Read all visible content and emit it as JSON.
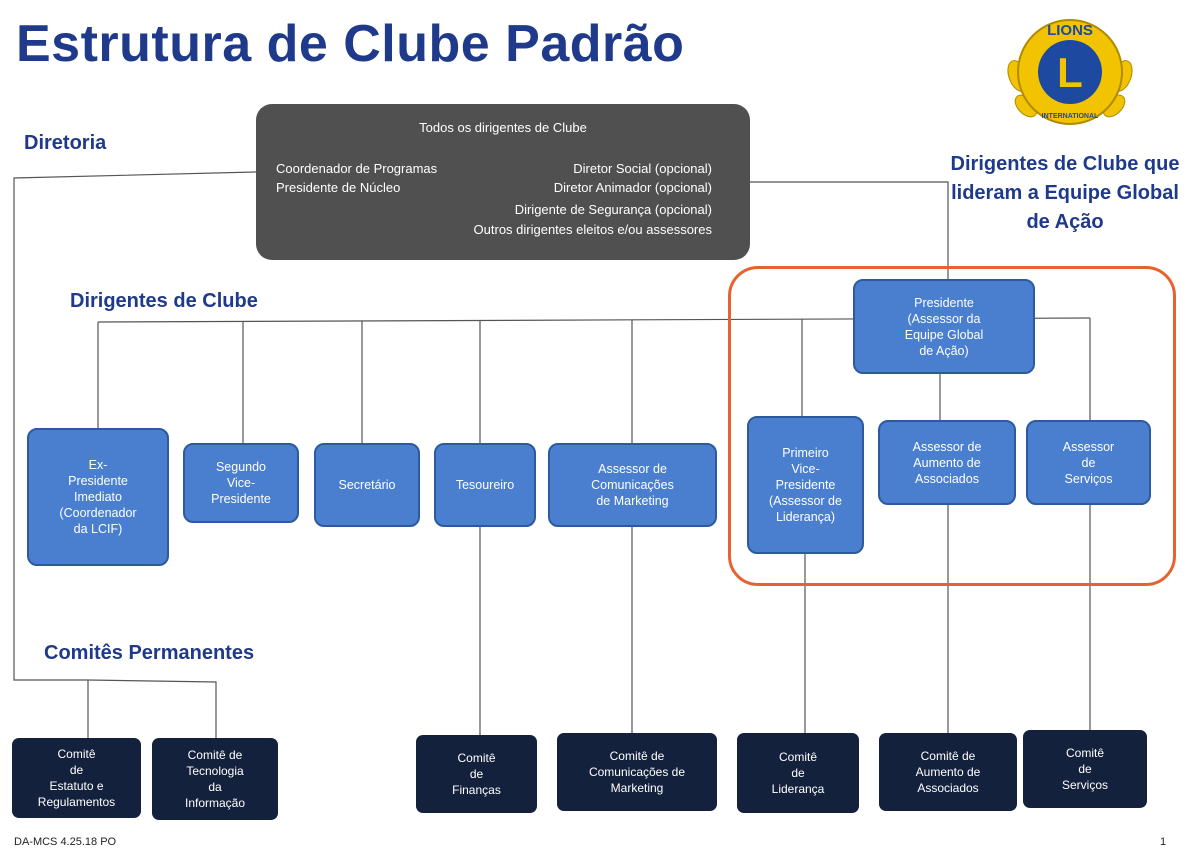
{
  "title": "Estrutura de Clube Padrão",
  "sections": {
    "diretoria": "Diretoria",
    "dirigentes": "Dirigentes de Clube",
    "comites": "Comitês Permanentes"
  },
  "side_caption": "Dirigentes de Clube que lideram a Equipe Global de Ação",
  "logo": {
    "top_text": "LIONS",
    "letter": "L",
    "bottom_text": "INTERNATIONAL"
  },
  "all_officers": {
    "header": "Todos os dirigentes de Clube",
    "lines": [
      "Coordenador de Programas",
      "Diretor Social (opcional)",
      "Presidente de Núcleo",
      "Diretor Animador (opcional)",
      "Dirigente de Segurança (opcional)",
      "Outros dirigentes eleitos e/ou assessores"
    ]
  },
  "president": "Presidente\n(Assessor da\nEquipe Global\nde Ação)",
  "officers": [
    "Ex-\nPresidente\nImediato\n(Coordenador\nda LCIF)",
    "Segundo\nVice-\nPresidente",
    "Secretário",
    "Tesoureiro",
    "Assessor de\nComunicações\nde Marketing",
    "Primeiro\nVice-\nPresidente\n(Assessor de\nLiderança)",
    "Assessor de\nAumento de\nAssociados",
    "Assessor\nde\nServiços"
  ],
  "committees": [
    "Comitê\nde\nEstatuto e\nRegulamentos",
    "Comitê de\nTecnologia\nda\nInformação",
    "Comitê\nde\nFinanças",
    "Comitê de\nComunicações de\nMarketing",
    "Comitê\nde\nLiderança",
    "Comitê de\nAumento de\nAssociados",
    "Comitê\nde\nServiços"
  ],
  "footer": "DA-MCS 4.25.18  PO",
  "page_number": "1",
  "colors": {
    "title": "#1f3a8a",
    "officer_box": "#4a7fd0",
    "committee_box": "#14213d",
    "board_box": "#505050",
    "highlight": "#e8622f"
  }
}
